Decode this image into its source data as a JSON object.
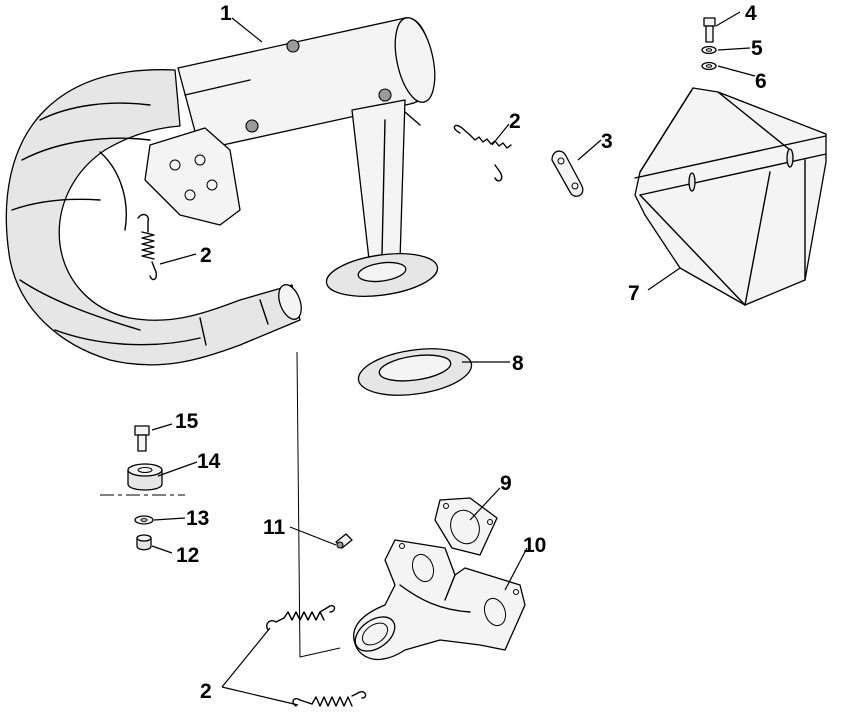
{
  "diagram": {
    "callouts": {
      "c1": "1",
      "c2a": "2",
      "c2b": "2",
      "c2c": "2",
      "c3": "3",
      "c4": "4",
      "c5": "5",
      "c6": "6",
      "c7": "7",
      "c8": "8",
      "c9": "9",
      "c10": "10",
      "c11": "11",
      "c12": "12",
      "c13": "13",
      "c14": "14",
      "c15": "15"
    }
  }
}
